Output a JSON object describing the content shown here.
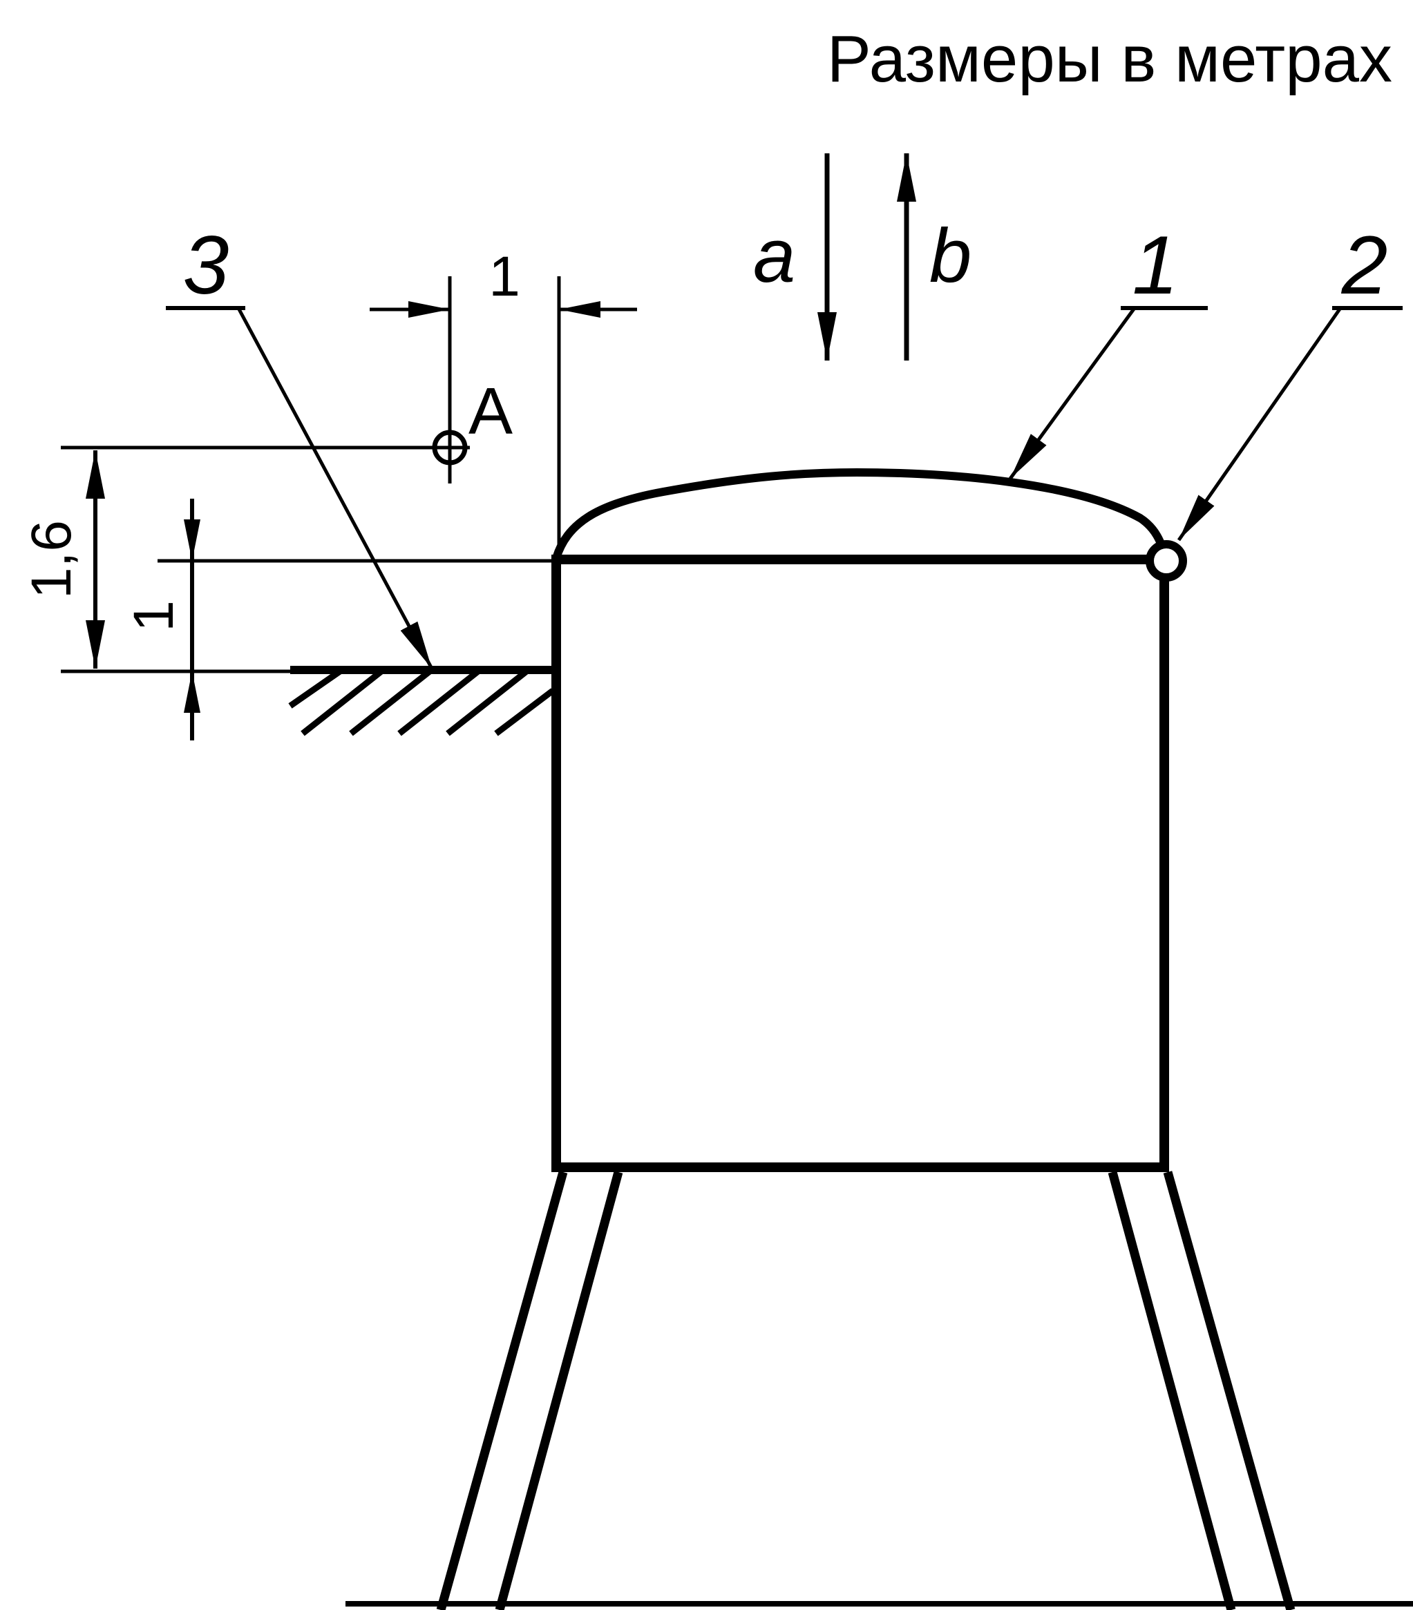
{
  "caption": "Размеры в метрах",
  "callouts": {
    "one": "1",
    "two": "2",
    "three": "3"
  },
  "directions": {
    "a": "a",
    "b": "b"
  },
  "point": {
    "label": "A"
  },
  "dimensions": {
    "horizontal": "1",
    "height_total": "1,6",
    "height_small": "1"
  },
  "colors": {
    "line": "#000000",
    "background": "#ffffff"
  }
}
